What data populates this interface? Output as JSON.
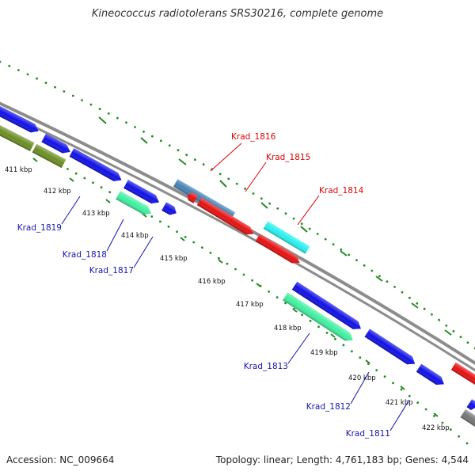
{
  "title": "Kineococcus radiotolerans SRS30216, complete genome",
  "footer": {
    "accession": "Accession: NC_009664",
    "topology": "Topology: linear; Length: 4,761,183 bp; Genes: 4,544"
  },
  "colors": {
    "backbone": "#8c8c8c",
    "tick": "#228b22",
    "gene_blue": "#1010e8",
    "gene_red": "#e81010",
    "gene_cyan": "#28f0f0",
    "gene_green": "#40f0a0",
    "gene_olive": "#6b8e23",
    "gene_steel": "#4682b4",
    "gene_gray": "#777777",
    "label_red": "#e00000",
    "label_blue": "#1515b0"
  },
  "kbp_labels": [
    "411 kbp",
    "412 kbp",
    "413 kbp",
    "414 kbp",
    "415 kbp",
    "416 kbp",
    "417 kbp",
    "418 kbp",
    "419 kbp",
    "420 kbp",
    "421 kbp",
    "422 kbp"
  ],
  "gene_labels": [
    {
      "text": "Krad_1816",
      "color": "red"
    },
    {
      "text": "Krad_1815",
      "color": "red"
    },
    {
      "text": "Krad_1814",
      "color": "red"
    },
    {
      "text": "Krad_1819",
      "color": "blue"
    },
    {
      "text": "Krad_1818",
      "color": "blue"
    },
    {
      "text": "Krad_1817",
      "color": "blue"
    },
    {
      "text": "Krad_1813",
      "color": "blue"
    },
    {
      "text": "Krad_1812",
      "color": "blue"
    },
    {
      "text": "Krad_1811",
      "color": "blue"
    }
  ]
}
